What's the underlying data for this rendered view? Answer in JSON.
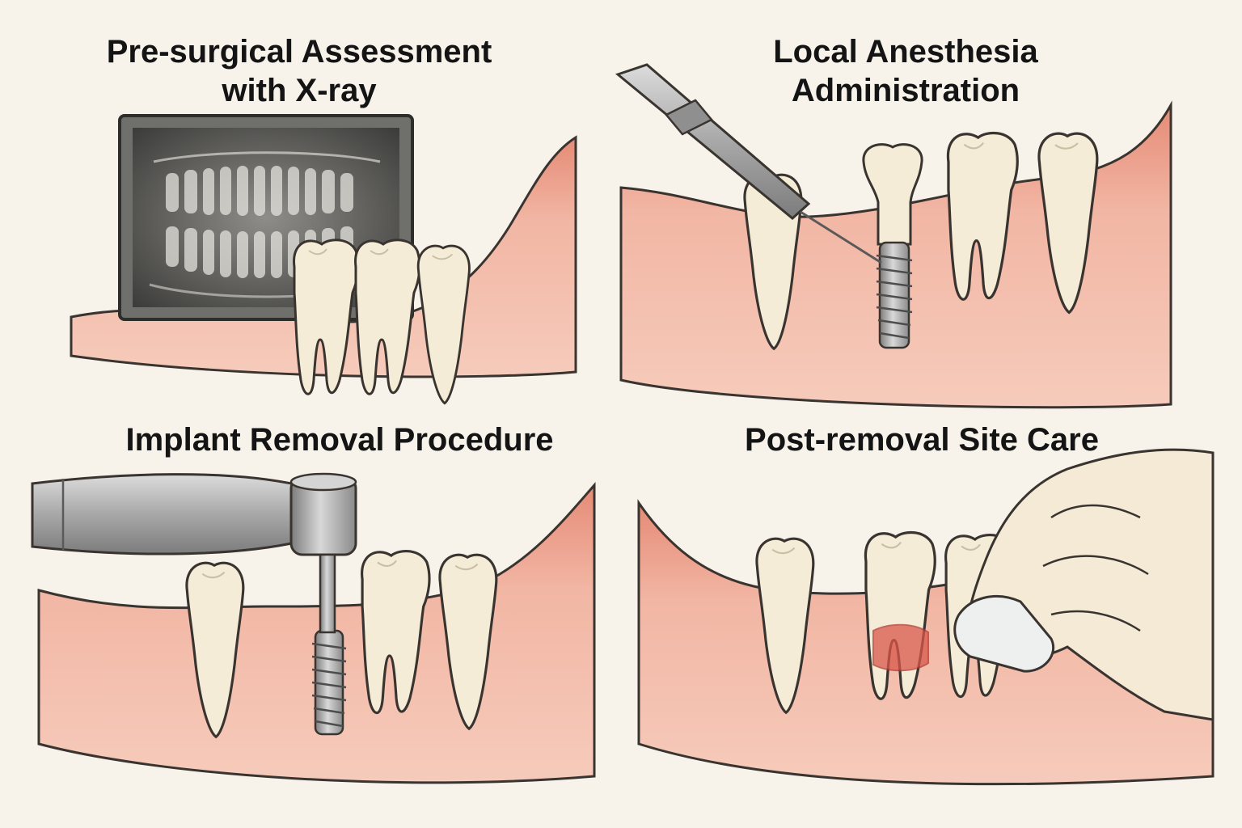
{
  "panels": [
    {
      "title": "Pre-surgical Assessment\nwith X-ray"
    },
    {
      "title": "Local Anesthesia\nAdministration"
    },
    {
      "title": "Implant Removal Procedure"
    },
    {
      "title": "Post-removal Site Care"
    }
  ],
  "colors": {
    "background": "#f7f2ea",
    "gum": "#f2b8a6",
    "gum_shadow": "#e48c78",
    "tooth": "#f4ecd6",
    "tooth_outline": "#3a3430",
    "metal": "#a9a9a9",
    "xray_dark": "#4a4a48",
    "blood": "#d9574a"
  },
  "icons": {
    "xray": "dental-xray-icon",
    "syringe": "syringe-icon",
    "handpiece": "dental-handpiece-icon",
    "gauze_hand": "gauze-hand-icon"
  }
}
